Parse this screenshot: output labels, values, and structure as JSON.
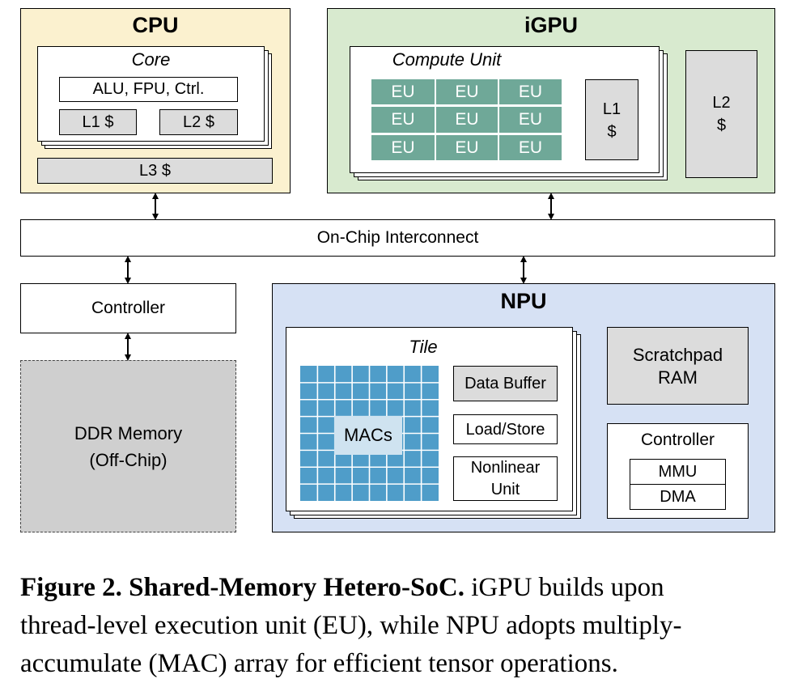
{
  "cpu": {
    "title": "CPU",
    "core_label": "Core",
    "alu_label": "ALU, FPU, Ctrl.",
    "l1_label": "L1 $",
    "l2_label": "L2 $",
    "l3_label": "L3 $"
  },
  "igpu": {
    "title": "iGPU",
    "compute_unit_label": "Compute Unit",
    "eu_labels": [
      "EU",
      "EU",
      "EU",
      "EU",
      "EU",
      "EU",
      "EU",
      "EU",
      "EU"
    ],
    "l1_lines": [
      "L1",
      "$"
    ],
    "l2_lines": [
      "L2",
      "$"
    ]
  },
  "interconnect": {
    "label": "On-Chip Interconnect"
  },
  "memory": {
    "controller_label": "Controller",
    "ddr_lines": [
      "DDR Memory",
      "(Off-Chip)"
    ]
  },
  "npu": {
    "title": "NPU",
    "tile_label": "Tile",
    "macs_label": "MACs",
    "data_buffer_label": "Data Buffer",
    "load_store_label": "Load/Store",
    "nonlinear_lines": [
      "Nonlinear",
      "Unit"
    ],
    "scratchpad_lines": [
      "Scratchpad",
      "RAM"
    ],
    "controller_label": "Controller",
    "mmu_label": "MMU",
    "dma_label": "DMA"
  },
  "caption": {
    "figure_label": "Figure 2. Shared-Memory Hetero-SoC.",
    "line1_rest": " iGPU builds upon",
    "line2": "thread-level execution unit (EU), while NPU adopts multiply-",
    "line3": "accumulate (MAC) array for efficient tensor operations."
  },
  "colors": {
    "cpu_bg": "#fbf1cf",
    "igpu_bg": "#d8eacf",
    "npu_bg": "#d6e1f4",
    "eu_fill": "#6fa898",
    "mac_fill": "#4f9dc9",
    "cache_gray": "#dcdcdc",
    "ddr_gray": "#cfcfcf"
  }
}
